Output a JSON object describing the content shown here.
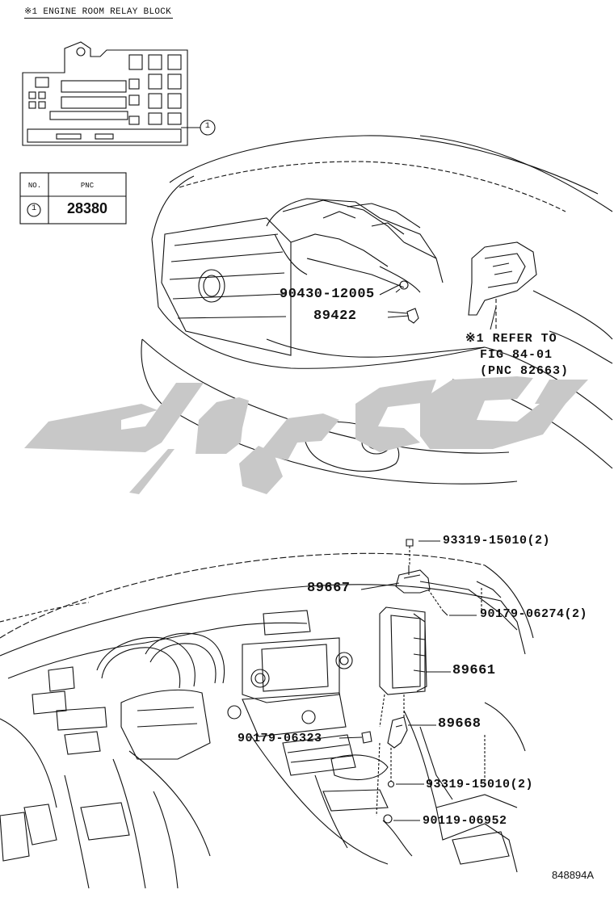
{
  "header": {
    "relay_block_title": "※1 ENGINE ROOM RELAY BLOCK"
  },
  "table": {
    "col_no": "NO.",
    "col_pnc": "PNC",
    "row_no": "1",
    "row_pnc": "28380"
  },
  "callout": {
    "number": "1"
  },
  "upper_parts": [
    {
      "id": "p1",
      "label": "90430-12005"
    },
    {
      "id": "p2",
      "label": "89422"
    }
  ],
  "refer": {
    "line1": "※1 REFER TO",
    "line2": "FIG 84-01",
    "line3": "(PNC 82663)"
  },
  "lower_parts": [
    {
      "id": "q1",
      "label": "93319-15010(2)"
    },
    {
      "id": "q2",
      "label": "89667"
    },
    {
      "id": "q3",
      "label": "90179-06274(2)"
    },
    {
      "id": "q4",
      "label": "89661"
    },
    {
      "id": "q5",
      "label": "89668"
    },
    {
      "id": "q6",
      "label": "90179-06323"
    },
    {
      "id": "q7",
      "label": "93319-15010(2)"
    },
    {
      "id": "q8",
      "label": "90119-06952"
    }
  ],
  "diagram_code": "848894A",
  "colors": {
    "line": "#111111",
    "watermark": "#c8c8c8"
  }
}
